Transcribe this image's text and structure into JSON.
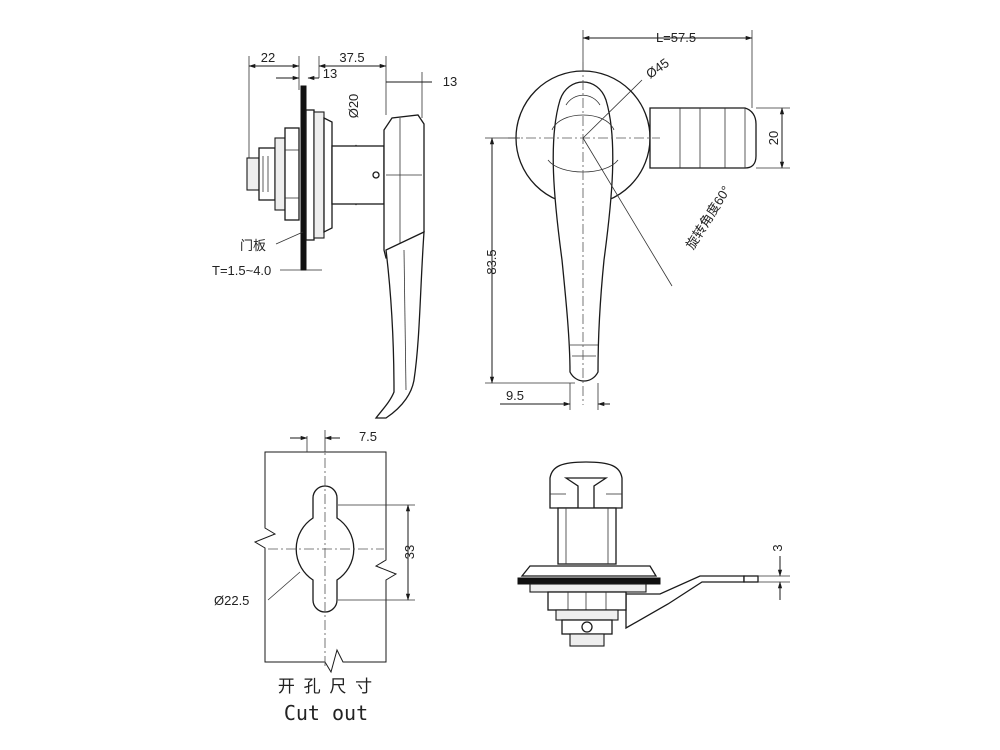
{
  "side_view": {
    "dim_22": "22",
    "dim_13_top": "13",
    "dim_37_5": "37.5",
    "dim_13_right": "13",
    "dim_dia20": "Ø20",
    "label_door_panel": "门板",
    "label_thickness": "T=1.5~4.0"
  },
  "front_view": {
    "dim_length": "L=57.5",
    "dim_dia45": "Ø45",
    "dim_20": "20",
    "dim_83_5": "83.5",
    "dim_9_5": "9.5",
    "label_rotation": "旋转角度60°"
  },
  "cutout_view": {
    "dim_7_5": "7.5",
    "dim_33": "33",
    "dim_dia22_5": "Ø22.5",
    "title_cn": "开 孔 尺 寸",
    "title_en": "Cut out"
  },
  "bottom_view": {
    "dim_3": "3"
  }
}
